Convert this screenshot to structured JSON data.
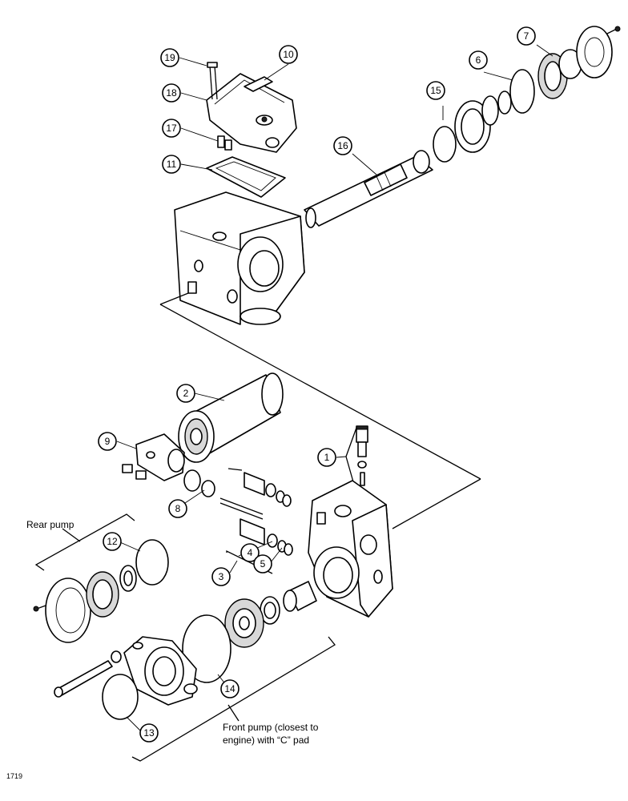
{
  "callouts": {
    "c1": "1",
    "c2": "2",
    "c3": "3",
    "c4": "4",
    "c5": "5",
    "c6": "6",
    "c7": "7",
    "c8": "8",
    "c9": "9",
    "c10": "10",
    "c11": "11",
    "c12": "12",
    "c13": "13",
    "c14": "14",
    "c15": "15",
    "c16": "16",
    "c17": "17",
    "c18": "18",
    "c19": "19"
  },
  "labels": {
    "rear_pump": "Rear pump",
    "front_pump_line1": "Front pump (closest to",
    "front_pump_line2": "engine) with “C” pad"
  },
  "figure_id": "1719"
}
